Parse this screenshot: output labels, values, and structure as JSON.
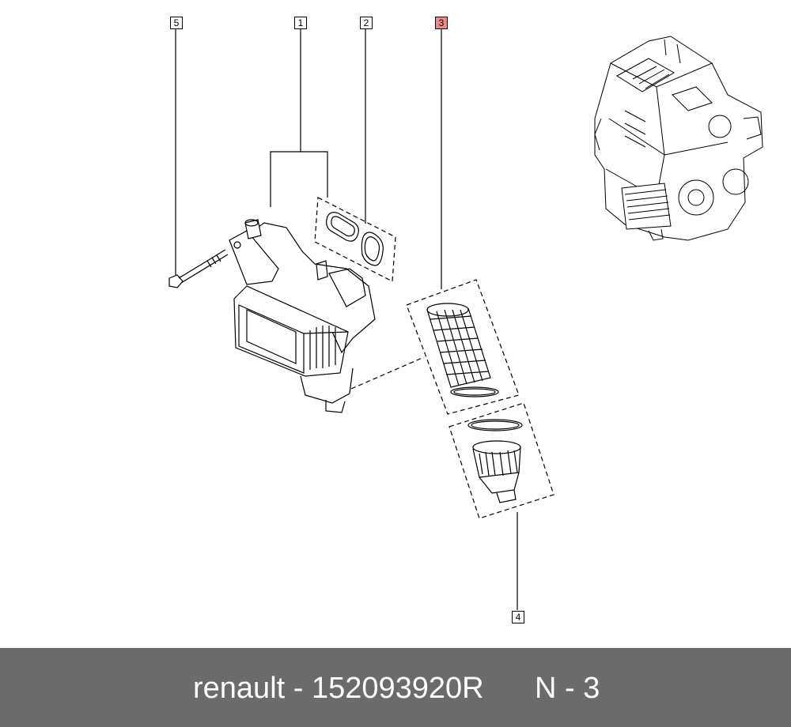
{
  "callouts": [
    {
      "id": "callout-5",
      "label": "5"
    },
    {
      "id": "callout-1",
      "label": "1"
    },
    {
      "id": "callout-2",
      "label": "2"
    },
    {
      "id": "callout-3",
      "label": "3",
      "highlighted": true
    },
    {
      "id": "callout-4",
      "label": "4"
    }
  ],
  "footer": {
    "text": "renault - 152093920R",
    "suffix": "N - 3"
  },
  "colors": {
    "highlight": "#f08a8a",
    "footer_bg": "#6b6b6b",
    "footer_text": "#ffffff"
  }
}
